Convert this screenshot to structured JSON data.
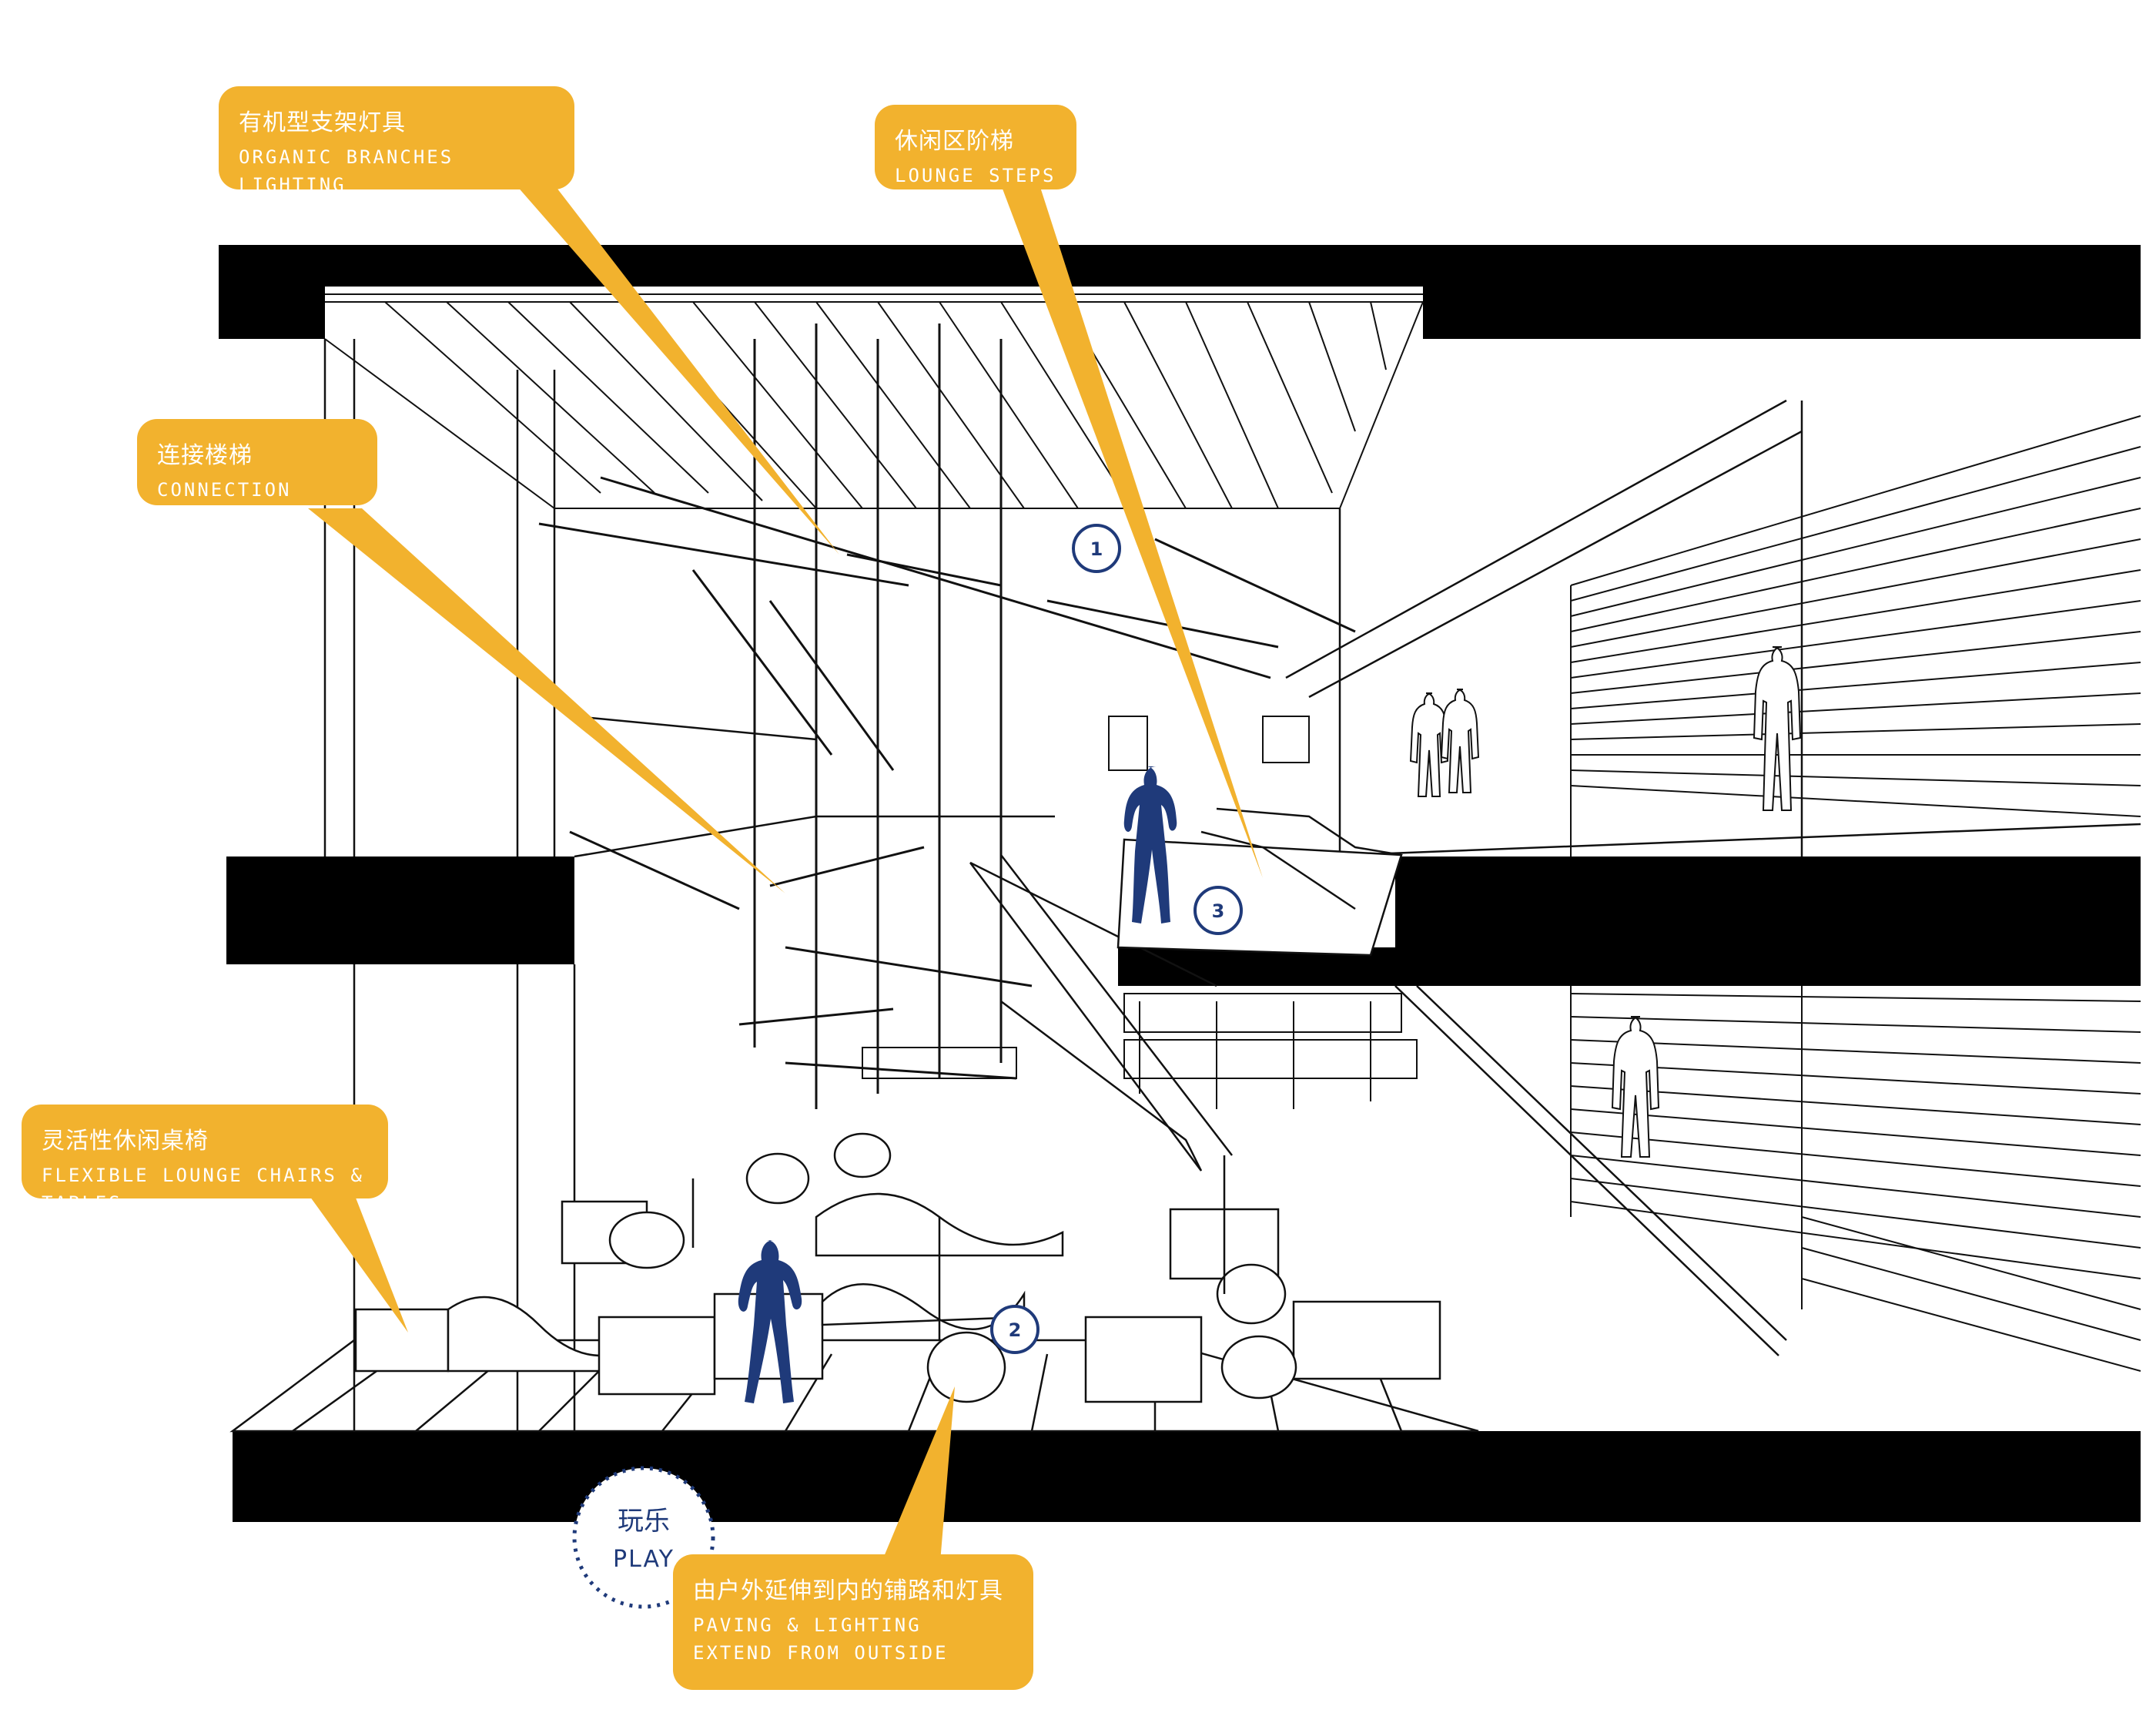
{
  "callouts": {
    "organic_lighting": {
      "zh": "有机型支架灯具",
      "en": "ORGANIC BRANCHES LIGHTING"
    },
    "lounge_steps": {
      "zh": "休闲区阶梯",
      "en": "LOUNGE STEPS"
    },
    "connection_stair": {
      "zh": "连接楼梯",
      "en": "CONNECTION STAIR"
    },
    "flexible_lounge": {
      "zh": "灵活性休闲桌椅",
      "en": "FLEXIBLE LOUNGE CHAIRS & TABLES"
    },
    "paving_lighting": {
      "zh": "由户外延伸到内的铺路和灯具",
      "en": "PAVING & LIGHTING EXTEND FROM OUTSIDE"
    }
  },
  "markers": [
    "1",
    "2",
    "3"
  ],
  "play_badge": {
    "zh": "玩乐",
    "en": "PLAY"
  },
  "colors": {
    "callout": "#F2B22E",
    "accent_blue": "#1f3a7a",
    "slab": "#000000",
    "line": "#111111"
  }
}
